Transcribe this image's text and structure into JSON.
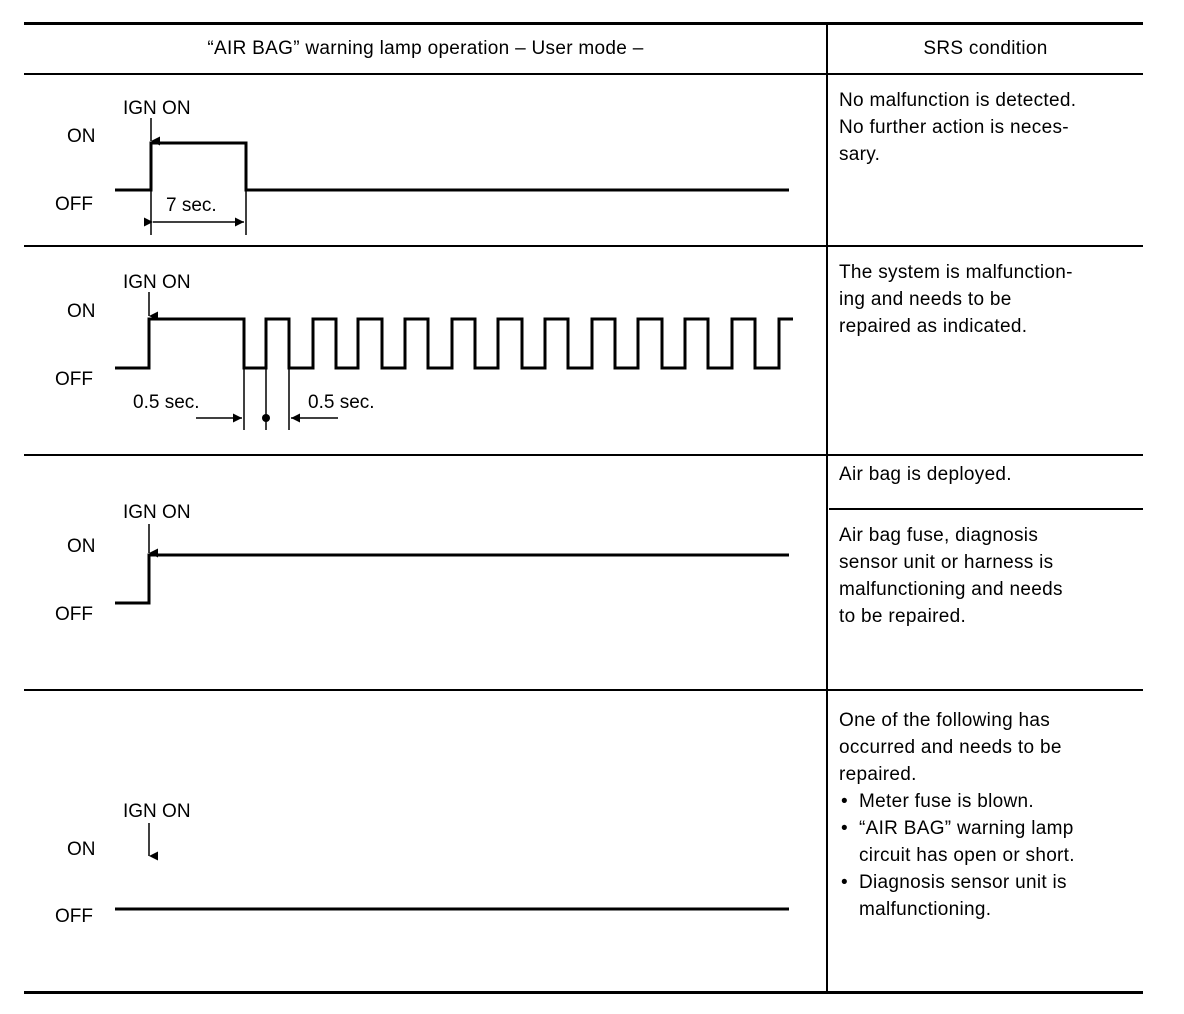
{
  "table": {
    "header": {
      "left": "“AIR BAG” warning lamp operation – User mode –",
      "right": "SRS condition"
    },
    "rows": [
      {
        "diagram": {
          "ign_label": "IGN ON",
          "on_label": "ON",
          "off_label": "OFF",
          "duration_label": "7 sec."
        },
        "condition": "No malfunction is detected.\nNo further action is neces-\nsary."
      },
      {
        "diagram": {
          "ign_label": "IGN ON",
          "on_label": "ON",
          "off_label": "OFF",
          "duration_left_label": "0.5 sec.",
          "duration_right_label": "0.5 sec."
        },
        "condition": "The system is malfunction-\ning and needs to be\nrepaired as indicated."
      },
      {
        "diagram": {
          "ign_label": "IGN ON",
          "on_label": "ON",
          "off_label": "OFF"
        },
        "condition_a": "Air bag is deployed.",
        "condition_b": "Air bag fuse, diagnosis\nsensor unit or harness is\nmalfunctioning and needs\nto be repaired."
      },
      {
        "diagram": {
          "ign_label": "IGN ON",
          "on_label": "ON",
          "off_label": "OFF"
        },
        "condition_intro": "One of the following has\noccurred and needs to be\nrepaired.",
        "condition_items": [
          "Meter fuse is blown.",
          "“AIR BAG” warning lamp circuit has open or short.",
          "Diagnosis sensor unit is malfunctioning."
        ]
      }
    ]
  }
}
